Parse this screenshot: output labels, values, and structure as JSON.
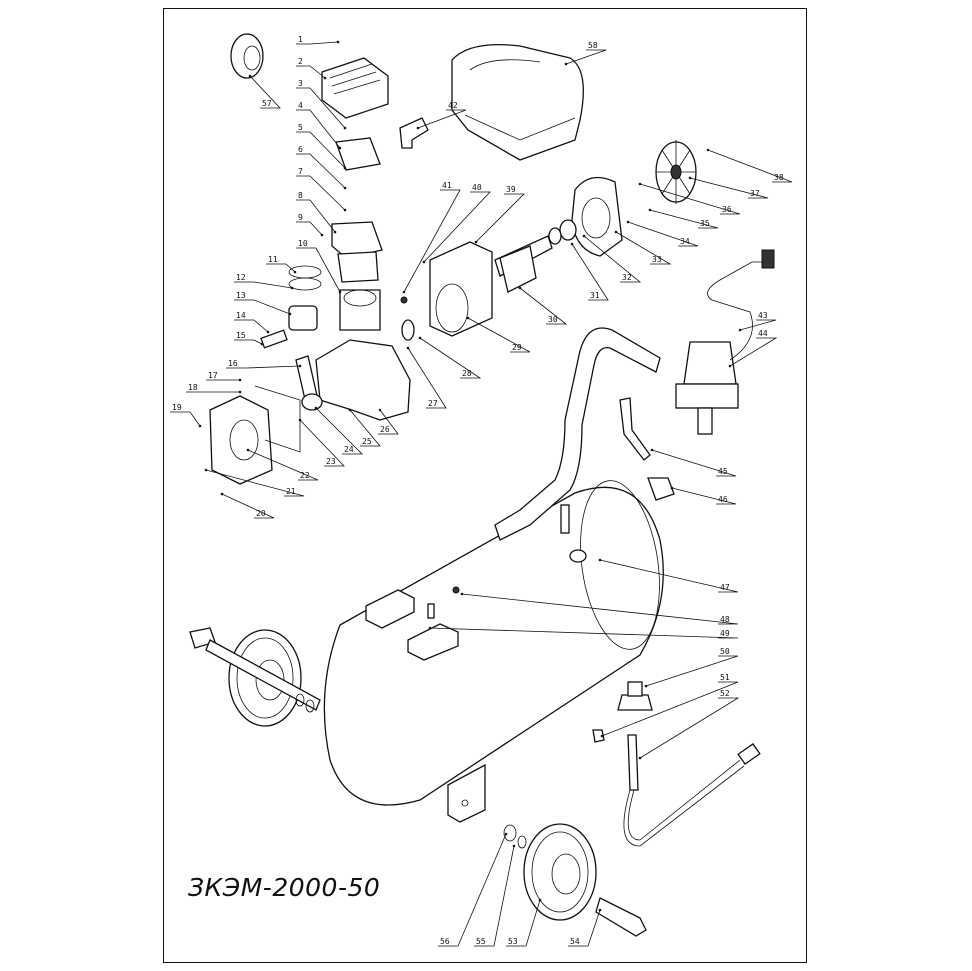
{
  "model_title": "ЗКЭМ-2000-50",
  "callouts": [
    {
      "n": "1"
    },
    {
      "n": "2"
    },
    {
      "n": "3"
    },
    {
      "n": "4"
    },
    {
      "n": "5"
    },
    {
      "n": "6"
    },
    {
      "n": "7"
    },
    {
      "n": "8"
    },
    {
      "n": "9"
    },
    {
      "n": "10"
    },
    {
      "n": "11"
    },
    {
      "n": "12"
    },
    {
      "n": "13"
    },
    {
      "n": "14"
    },
    {
      "n": "15"
    },
    {
      "n": "16"
    },
    {
      "n": "17"
    },
    {
      "n": "18"
    },
    {
      "n": "19"
    },
    {
      "n": "20"
    },
    {
      "n": "21"
    },
    {
      "n": "22"
    },
    {
      "n": "23"
    },
    {
      "n": "24"
    },
    {
      "n": "25"
    },
    {
      "n": "26"
    },
    {
      "n": "27"
    },
    {
      "n": "28"
    },
    {
      "n": "29"
    },
    {
      "n": "30"
    },
    {
      "n": "31"
    },
    {
      "n": "32"
    },
    {
      "n": "33"
    },
    {
      "n": "34"
    },
    {
      "n": "35"
    },
    {
      "n": "36"
    },
    {
      "n": "37"
    },
    {
      "n": "38"
    },
    {
      "n": "39"
    },
    {
      "n": "40"
    },
    {
      "n": "41"
    },
    {
      "n": "42"
    },
    {
      "n": "43"
    },
    {
      "n": "44"
    },
    {
      "n": "45"
    },
    {
      "n": "46"
    },
    {
      "n": "47"
    },
    {
      "n": "48"
    },
    {
      "n": "49"
    },
    {
      "n": "50"
    },
    {
      "n": "51"
    },
    {
      "n": "52"
    },
    {
      "n": "53"
    },
    {
      "n": "54"
    },
    {
      "n": "55"
    },
    {
      "n": "56"
    },
    {
      "n": "57"
    },
    {
      "n": "58"
    }
  ]
}
